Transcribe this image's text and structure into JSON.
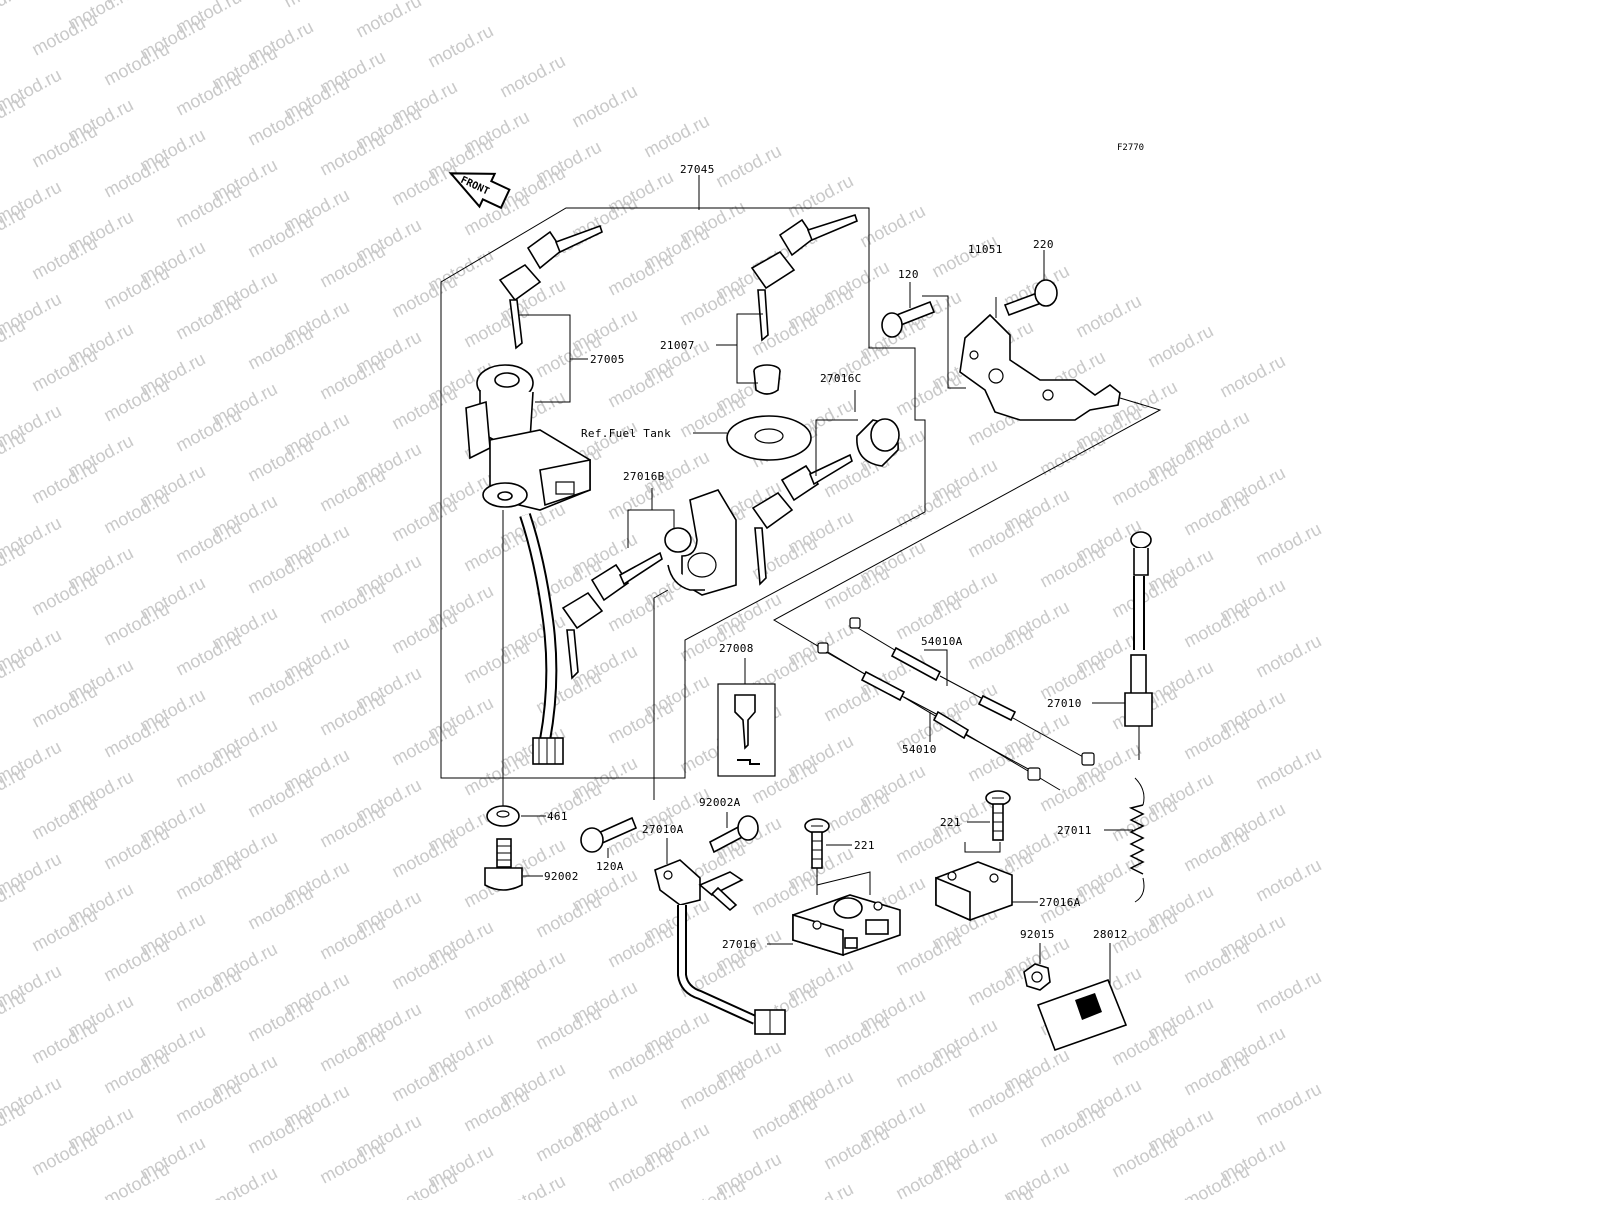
{
  "figure_code": "F2770",
  "watermark": "motod.ru",
  "front_arrow_label": "FRONT",
  "ref_note": "Ref.Fuel Tank",
  "labels": {
    "p27045": "27045",
    "p27005": "27005",
    "p21007": "21007",
    "p27016C": "27016C",
    "p27016B": "27016B",
    "p120": "120",
    "p11051": "11051",
    "p220": "220",
    "p54010A": "54010A",
    "p54010": "54010",
    "p27008": "27008",
    "p27010": "27010",
    "p461": "461",
    "p92002": "92002",
    "p120A": "120A",
    "p92002A": "92002A",
    "p27010A": "27010A",
    "p221a": "221",
    "p221b": "221",
    "p27011": "27011",
    "p27016A": "27016A",
    "p27016": "27016",
    "p92015": "92015",
    "p28012": "28012"
  }
}
